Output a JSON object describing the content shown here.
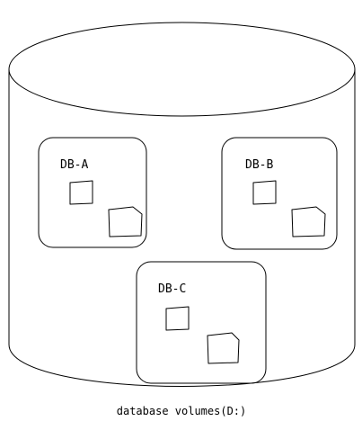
{
  "diagram": {
    "cylinder_label": "database volumes(D:)",
    "databases": [
      {
        "label": "DB-A"
      },
      {
        "label": "DB-B"
      },
      {
        "label": "DB-C"
      }
    ]
  }
}
